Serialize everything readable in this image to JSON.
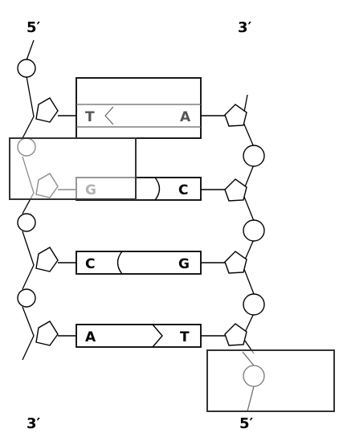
{
  "labels": {
    "top_left": "5′",
    "top_right": "3′",
    "bottom_left": "3′",
    "bottom_right": "5′"
  },
  "base_pairs": [
    {
      "left": "T",
      "right": "A"
    },
    {
      "left": "G",
      "right": "C"
    },
    {
      "left": "C",
      "right": "G"
    },
    {
      "left": "A",
      "right": "T"
    }
  ]
}
